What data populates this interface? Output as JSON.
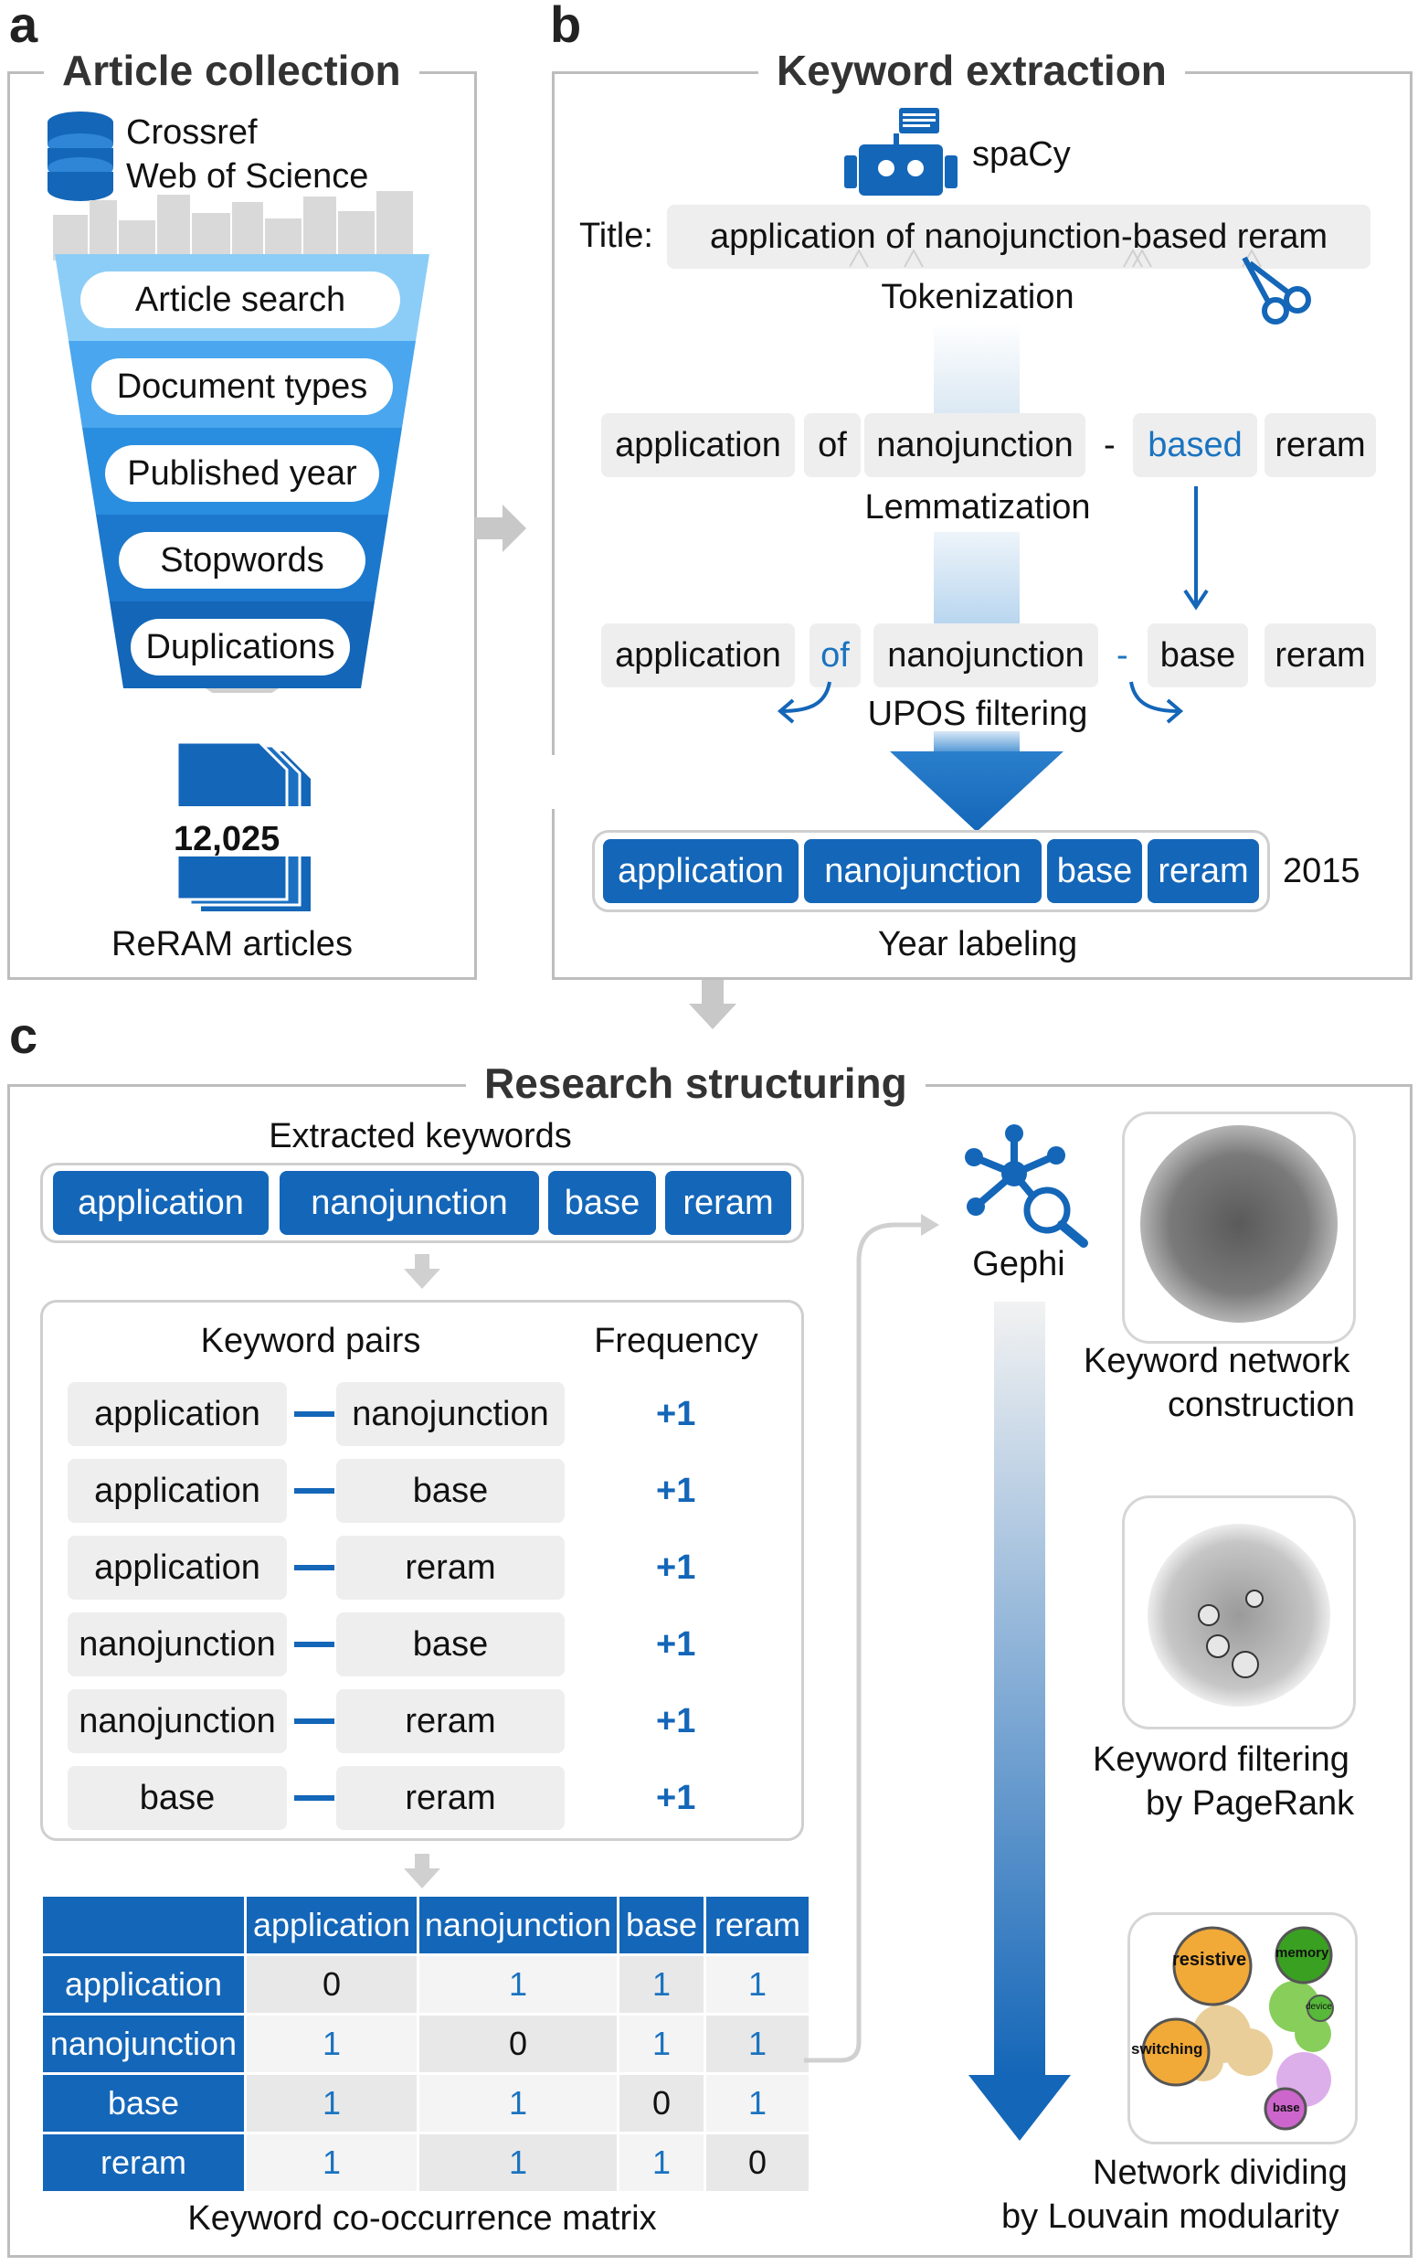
{
  "panel_a": {
    "label": "a",
    "title": "Article collection",
    "sources": [
      "Crossref",
      "Web of Science"
    ],
    "funnel_steps": [
      "Article search",
      "Document types",
      "Published year",
      "Stopwords",
      "Duplications"
    ],
    "count": "12,025",
    "caption": "ReRAM articles"
  },
  "panel_b": {
    "label": "b",
    "title": "Keyword extraction",
    "tool": "spaCy",
    "title_prefix": "Title:",
    "title_text": "application of nanojunction-based reram",
    "step_tokenization": "Tokenization",
    "tokens": [
      "application",
      "of",
      "nanojunction",
      "-",
      "based",
      "reram"
    ],
    "step_lemmatization": "Lemmatization",
    "lemmas": [
      "application",
      "of",
      "nanojunction",
      "-",
      "base",
      "reram"
    ],
    "step_upos": "UPOS filtering",
    "kept": [
      "application",
      "nanojunction",
      "base",
      "reram"
    ],
    "year": "2015",
    "step_year": "Year labeling"
  },
  "panel_c": {
    "label": "c",
    "title": "Research structuring",
    "extracted_title": "Extracted keywords",
    "extracted": [
      "application",
      "nanojunction",
      "base",
      "reram"
    ],
    "pairs_header": "Keyword pairs",
    "freq_header": "Frequency",
    "pairs": [
      {
        "a": "application",
        "b": "nanojunction",
        "f": "+1"
      },
      {
        "a": "application",
        "b": "base",
        "f": "+1"
      },
      {
        "a": "application",
        "b": "reram",
        "f": "+1"
      },
      {
        "a": "nanojunction",
        "b": "base",
        "f": "+1"
      },
      {
        "a": "nanojunction",
        "b": "reram",
        "f": "+1"
      },
      {
        "a": "base",
        "b": "reram",
        "f": "+1"
      }
    ],
    "matrix_cols": [
      "application",
      "nanojunction",
      "base",
      "reram"
    ],
    "matrix_rows": [
      "application",
      "nanojunction",
      "base",
      "reram"
    ],
    "matrix": [
      [
        "0",
        "1",
        "1",
        "1"
      ],
      [
        "1",
        "0",
        "1",
        "1"
      ],
      [
        "1",
        "1",
        "0",
        "1"
      ],
      [
        "1",
        "1",
        "1",
        "0"
      ]
    ],
    "matrix_caption": "Keyword co-occurrence matrix",
    "gephi": "Gephi",
    "step1": [
      "Keyword network",
      "construction"
    ],
    "step2": [
      "Keyword filtering",
      "by PageRank"
    ],
    "step3": [
      "Network dividing",
      "by Louvain modularity"
    ],
    "cluster_labels": [
      "resistive",
      "memory",
      "switching",
      "base",
      "device"
    ]
  },
  "colors": {
    "accent": "#1466b8",
    "light_accent": "#5bb4f0",
    "border": "#bdbdbd"
  }
}
